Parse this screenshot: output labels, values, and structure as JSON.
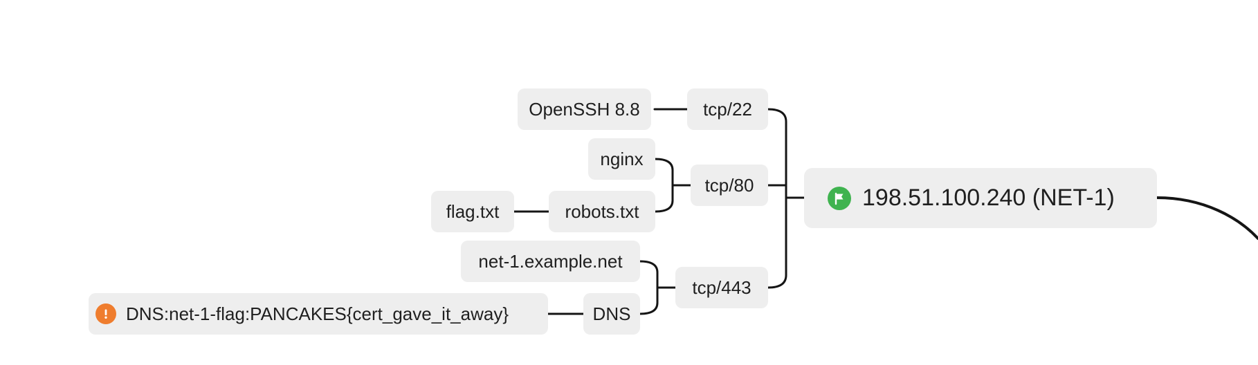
{
  "root": {
    "label": "198.51.100.240 (NET-1)",
    "icon": "flag-icon",
    "icon_color": "#3fb34f"
  },
  "ports": {
    "tcp22": {
      "label": "tcp/22"
    },
    "tcp80": {
      "label": "tcp/80"
    },
    "tcp443": {
      "label": "tcp/443"
    }
  },
  "services": {
    "openssh": {
      "label": "OpenSSH 8.8"
    },
    "nginx": {
      "label": "nginx"
    },
    "robots": {
      "label": "robots.txt"
    },
    "flagtxt": {
      "label": "flag.txt"
    },
    "domain": {
      "label": "net-1.example.net"
    },
    "dns": {
      "label": "DNS"
    },
    "dnsflag": {
      "label": "DNS:net-1-flag:PANCAKES{cert_gave_it_away}",
      "icon": "exclamation-icon",
      "icon_color": "#ef7d2e"
    }
  },
  "colors": {
    "node_bg": "#eeeeee",
    "edge": "#151515",
    "text": "#1f1f1f"
  }
}
